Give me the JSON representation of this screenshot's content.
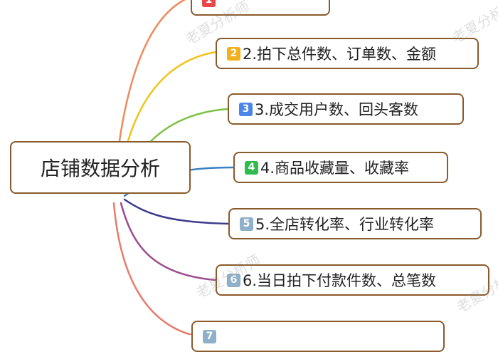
{
  "root": {
    "label": "店铺数据分析"
  },
  "branches": [
    {
      "number": "1",
      "text": "",
      "badge_color": "#e8484a",
      "line_color": "#f08a5d"
    },
    {
      "number": "2",
      "text": "2.拍下总件数、订单数、金额",
      "badge_color": "#f2b01e",
      "line_color": "#f2c318"
    },
    {
      "number": "3",
      "text": "3.成交用户数、回头客数",
      "badge_color": "#4a86e8",
      "line_color": "#7cc242"
    },
    {
      "number": "4",
      "text": "4.商品收藏量、收藏率",
      "badge_color": "#2ebd4b",
      "line_color": "#3d7fc4"
    },
    {
      "number": "5",
      "text": "5.全店转化率、行业转化率",
      "badge_color": "#8fb0c9",
      "line_color": "#3b3b8c"
    },
    {
      "number": "6",
      "text": "6.当日拍下付款件数、总笔数",
      "badge_color": "#8fb0c9",
      "line_color": "#9b4d8c"
    },
    {
      "number": "7",
      "text": "",
      "badge_color": "#8fb0c9",
      "line_color": "#e77b6c"
    }
  ],
  "watermark": "老夏分析师"
}
